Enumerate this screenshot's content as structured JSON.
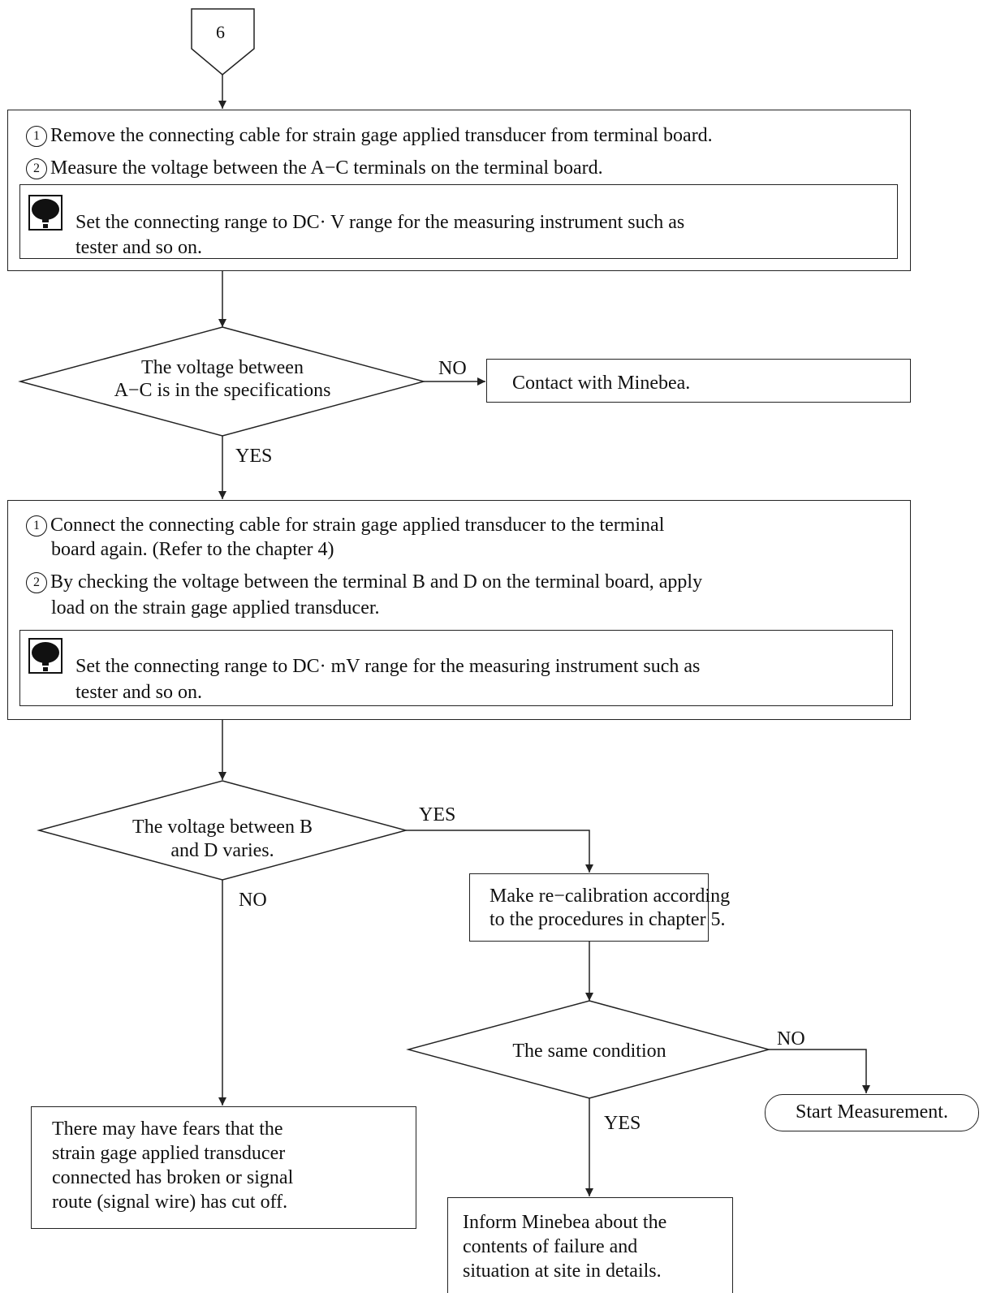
{
  "connector": {
    "label": "6"
  },
  "step1": {
    "items": [
      {
        "num": "1",
        "text": "Remove the connecting cable for strain gage applied transducer from terminal board."
      },
      {
        "num": "2",
        "text": "Measure the voltage between the A−C terminals on the terminal board."
      }
    ],
    "note": {
      "line1": "Set the connecting range to DC· V range for the measuring instrument such as",
      "line2": "tester and so on."
    }
  },
  "decision1": {
    "line1": "The voltage between",
    "line2": "A−C is in the specifications",
    "no_label": "NO",
    "yes_label": "YES"
  },
  "contact_box": {
    "text": "Contact with Minebea."
  },
  "step2": {
    "items": [
      {
        "num": "1",
        "line1": "Connect the connecting cable for strain gage applied transducer to the terminal",
        "line2": "board again. (Refer to the chapter 4)"
      },
      {
        "num": "2",
        "line1": "By checking the voltage between the terminal B and D on the terminal board, apply",
        "line2": "load on the strain gage applied transducer."
      }
    ],
    "note": {
      "line1": "Set the connecting range to DC· mV range for the measuring instrument such as",
      "line2": "tester and so on."
    }
  },
  "decision2": {
    "line1": "The voltage between B",
    "line2": "and D varies.",
    "yes_label": "YES",
    "no_label": "NO"
  },
  "recalibration_box": {
    "line1": "Make re−calibration according",
    "line2": "to the procedures in chapter 5."
  },
  "decision3": {
    "text": "The same condition",
    "no_label": "NO",
    "yes_label": "YES"
  },
  "start_terminal": {
    "text": "Start Measurement."
  },
  "fear_box": {
    "line1": "There may have fears that the",
    "line2": "strain gage applied transducer",
    "line3": "connected has broken or signal",
    "line4": "route (signal wire) has cut off."
  },
  "inform_box": {
    "line1": "Inform Minebea about the",
    "line2": "contents of failure and",
    "line3": "situation at site in details."
  }
}
